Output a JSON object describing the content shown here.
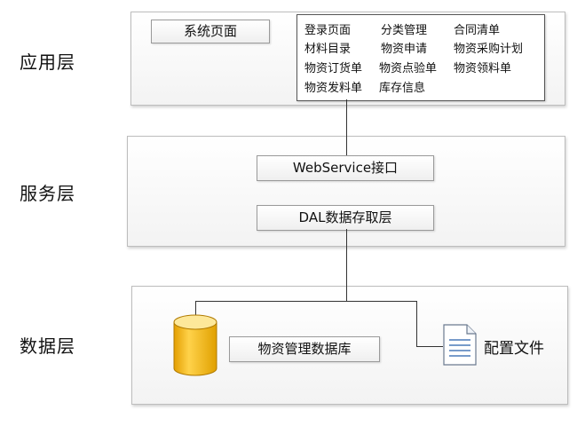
{
  "layers": {
    "app": "应用层",
    "service": "服务层",
    "data": "数据层"
  },
  "app_layer": {
    "system_page": "系统页面",
    "modules": [
      "登录页面",
      "分类管理",
      "合同清单",
      "材料目录",
      "物资申请",
      "物资采购计划",
      "物资订货单",
      "物资点验单",
      "物资领料单",
      "物资发料单",
      "库存信息"
    ]
  },
  "service_layer": {
    "webservice": "WebService接口",
    "dal": "DAL数据存取层"
  },
  "data_layer": {
    "database": "物资管理数据库",
    "config": "配置文件"
  },
  "colors": {
    "cylinder_body": "#f2b410",
    "cylinder_top": "#fde89a",
    "line": "#333333"
  }
}
